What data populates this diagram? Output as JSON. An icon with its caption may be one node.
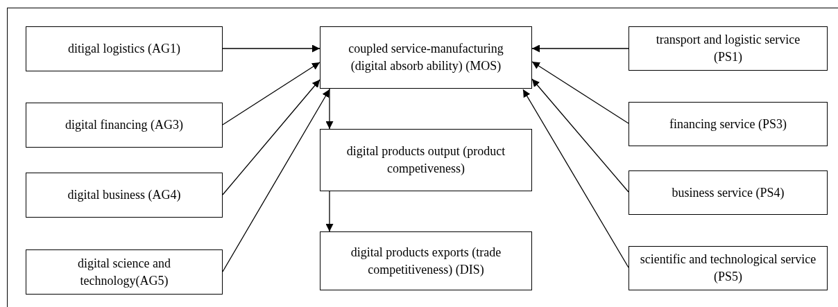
{
  "diagram": {
    "nodes": [
      {
        "text": [
          "ditigal logistics (AG1)"
        ]
      },
      {
        "text": [
          "coupled service-manufacturing (digital absorb ability) (MOS)"
        ]
      },
      {
        "text": [
          "transport and logistic service (PS1)"
        ]
      },
      {
        "text": [
          "digital financing (AG3)"
        ]
      },
      {
        "text": [
          "digital products output (product competiveness)"
        ]
      },
      {
        "text": [
          "financing service (PS3)"
        ]
      },
      {
        "text": [
          "digital business (AG4)"
        ]
      },
      {
        "text": [
          "business service (PS4)"
        ]
      },
      {
        "text": [
          "digital science and technology(AG5)"
        ]
      },
      {
        "text": [
          "digital products exports (trade competitiveness) (DIS)"
        ]
      },
      {
        "text": [
          "scientific and technological service (PS5)"
        ]
      }
    ],
    "edges": [
      {
        "from": 0,
        "to": 1,
        "arrow": "to"
      },
      {
        "from": 3,
        "to": 1,
        "arrow": "to"
      },
      {
        "from": 6,
        "to": 1,
        "arrow": "to"
      },
      {
        "from": 8,
        "to": 1,
        "arrow": "to"
      },
      {
        "from": 2,
        "to": 1,
        "arrow": "to"
      },
      {
        "from": 5,
        "to": 1,
        "arrow": "to"
      },
      {
        "from": 7,
        "to": 1,
        "arrow": "to"
      },
      {
        "from": 10,
        "to": 1,
        "arrow": "to"
      },
      {
        "from": 1,
        "to": 4,
        "arrow": "to"
      },
      {
        "from": 4,
        "to": 9,
        "arrow": "to"
      }
    ]
  }
}
